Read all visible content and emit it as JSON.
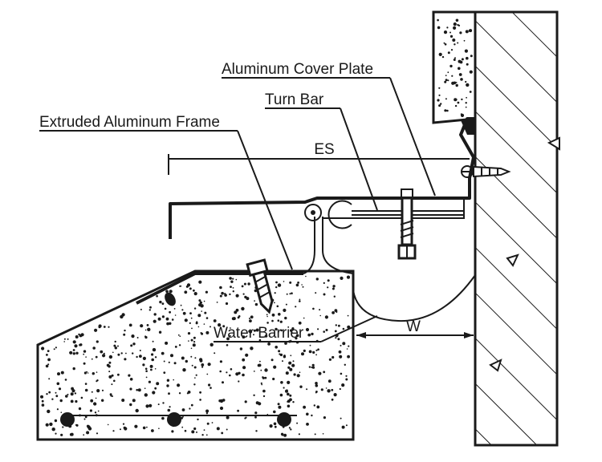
{
  "labels": {
    "aluminum_cover_plate": "Aluminum Cover Plate",
    "turn_bar": "Turn Bar",
    "extruded_aluminum_frame": "Extruded Aluminum Frame",
    "water_barrier": "Water Barrier",
    "es": "ES",
    "w": "W"
  },
  "colors": {
    "ink": "#1a1a1a",
    "background": "#ffffff"
  }
}
